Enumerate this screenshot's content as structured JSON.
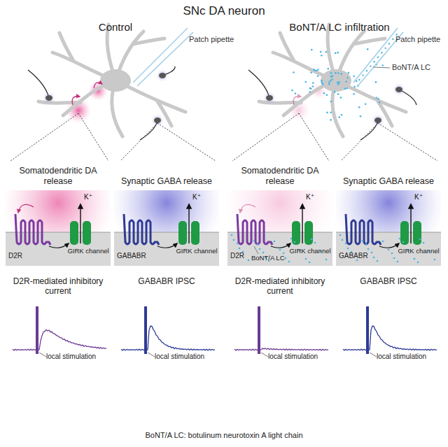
{
  "diagram": {
    "title": "SNc DA neuron",
    "caption": "BoNT/A LC: botulinum neurotoxin A light chain",
    "nodes": [
      {
        "text": [
          "Somatodendritic DA release"
        ]
      },
      {
        "text": [
          "Synaptic GABA release"
        ]
      },
      {
        "text": [
          "Somatodendritic DA release"
        ]
      },
      {
        "text": [
          "Synaptic GABA release"
        ]
      }
    ],
    "edges": [],
    "labels": [
      "Control",
      "BoNT/A LC infiltration",
      "Patch pipette",
      "Patch pipette",
      "BoNT/A LC",
      "K⁺",
      "D2R",
      "GIRK channel",
      "K⁺",
      "GABABR",
      "GIRK channel",
      "K⁺",
      "D2R",
      "GIRK channel",
      "BoNT/A LC",
      "K⁺",
      "GABABR",
      "GIRK channel",
      "D2R-mediated inhibitory current",
      "GABABR IPSC",
      "D2R-mediated inhibitory current",
      "GABABR IPSC",
      "local stimulation",
      "local stimulation",
      "local stimulation",
      "local stimulation"
    ]
  }
}
